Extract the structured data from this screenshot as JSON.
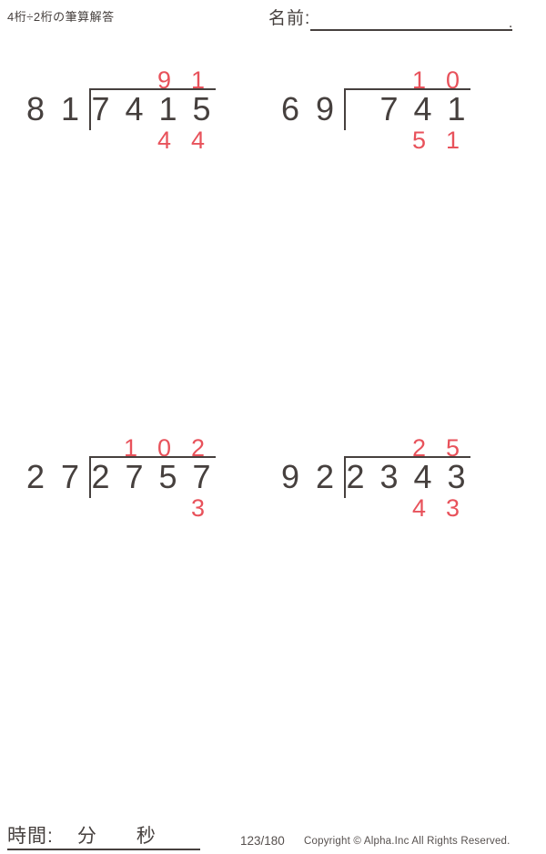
{
  "header": {
    "title": "4桁÷2桁の筆算解答",
    "name_label": "名前:",
    "name_line_suffix": "."
  },
  "colors": {
    "ink": "#46403e",
    "answer_red": "#e8525b"
  },
  "problems": [
    {
      "divisor": "81",
      "dividend": "7415",
      "quotient": "91",
      "remainder": "44",
      "divisor_cells": [
        "8",
        "1"
      ],
      "dividend_cells": [
        "7",
        "4",
        "1",
        "5"
      ],
      "quotient_cells": [
        "",
        "",
        "9",
        "1"
      ],
      "remainder_cells": [
        "",
        "",
        "4",
        "4"
      ]
    },
    {
      "divisor": "69",
      "dividend": "741",
      "quotient": "10",
      "remainder": "51",
      "divisor_cells": [
        "6",
        "9"
      ],
      "dividend_cells": [
        "",
        "7",
        "4",
        "1"
      ],
      "quotient_cells": [
        "",
        "",
        "1",
        "0"
      ],
      "remainder_cells": [
        "",
        "",
        "5",
        "1"
      ]
    },
    {
      "divisor": "27",
      "dividend": "2757",
      "quotient": "102",
      "remainder": "3",
      "divisor_cells": [
        "2",
        "7"
      ],
      "dividend_cells": [
        "2",
        "7",
        "5",
        "7"
      ],
      "quotient_cells": [
        "",
        "1",
        "0",
        "2"
      ],
      "remainder_cells": [
        "",
        "",
        "",
        "3"
      ]
    },
    {
      "divisor": "92",
      "dividend": "2343",
      "quotient": "25",
      "remainder": "43",
      "divisor_cells": [
        "9",
        "2"
      ],
      "dividend_cells": [
        "2",
        "3",
        "4",
        "3"
      ],
      "quotient_cells": [
        "",
        "",
        "2",
        "5"
      ],
      "remainder_cells": [
        "",
        "",
        "4",
        "3"
      ]
    }
  ],
  "footer": {
    "time_label": "時間:",
    "minutes_label": "分",
    "seconds_label": "秒",
    "page_number": "123/180",
    "copyright": "Copyright © Alpha.Inc All Rights Reserved."
  }
}
